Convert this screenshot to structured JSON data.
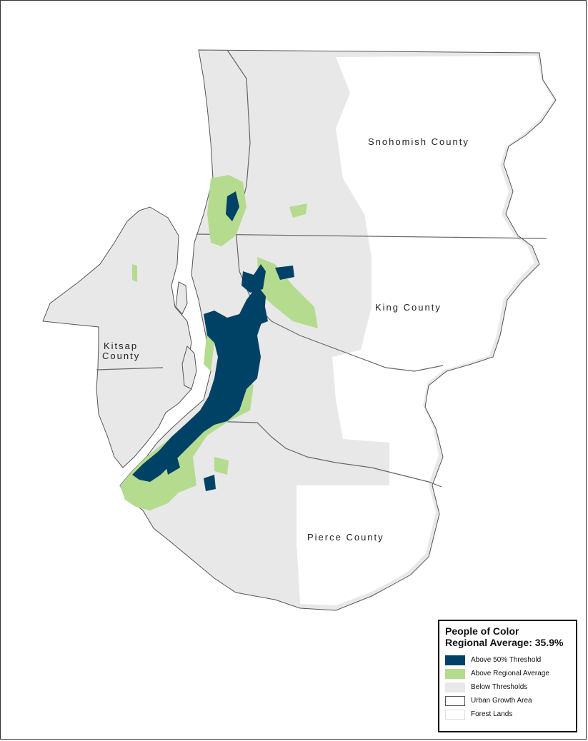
{
  "map": {
    "counties": [
      {
        "name": "Snohomish County"
      },
      {
        "name": "King County"
      },
      {
        "name": "Kitsap",
        "line2": "County"
      },
      {
        "name": "Pierce County"
      }
    ]
  },
  "legend": {
    "title_line1": "People of Color",
    "title_line2": "Regional Average: 35.9%",
    "items": [
      {
        "label": "Above 50% Threshold",
        "color": "#004166",
        "border": "#004166"
      },
      {
        "label": "Above Regional Average",
        "color": "#b5db8f",
        "border": "#b5db8f"
      },
      {
        "label": "Below Thresholds",
        "color": "#e8e8e8",
        "border": "#e8e8e8"
      },
      {
        "label": "Urban Growth Area",
        "color": "#ffffff",
        "border": "#555555"
      },
      {
        "label": "Forest Lands",
        "color": "#ffffff",
        "border": "#dddddd"
      }
    ]
  },
  "colors": {
    "above_50": "#004166",
    "above_avg": "#b5db8f",
    "below": "#e8e8e8",
    "forest": "#ffffff",
    "boundary": "#555555"
  }
}
